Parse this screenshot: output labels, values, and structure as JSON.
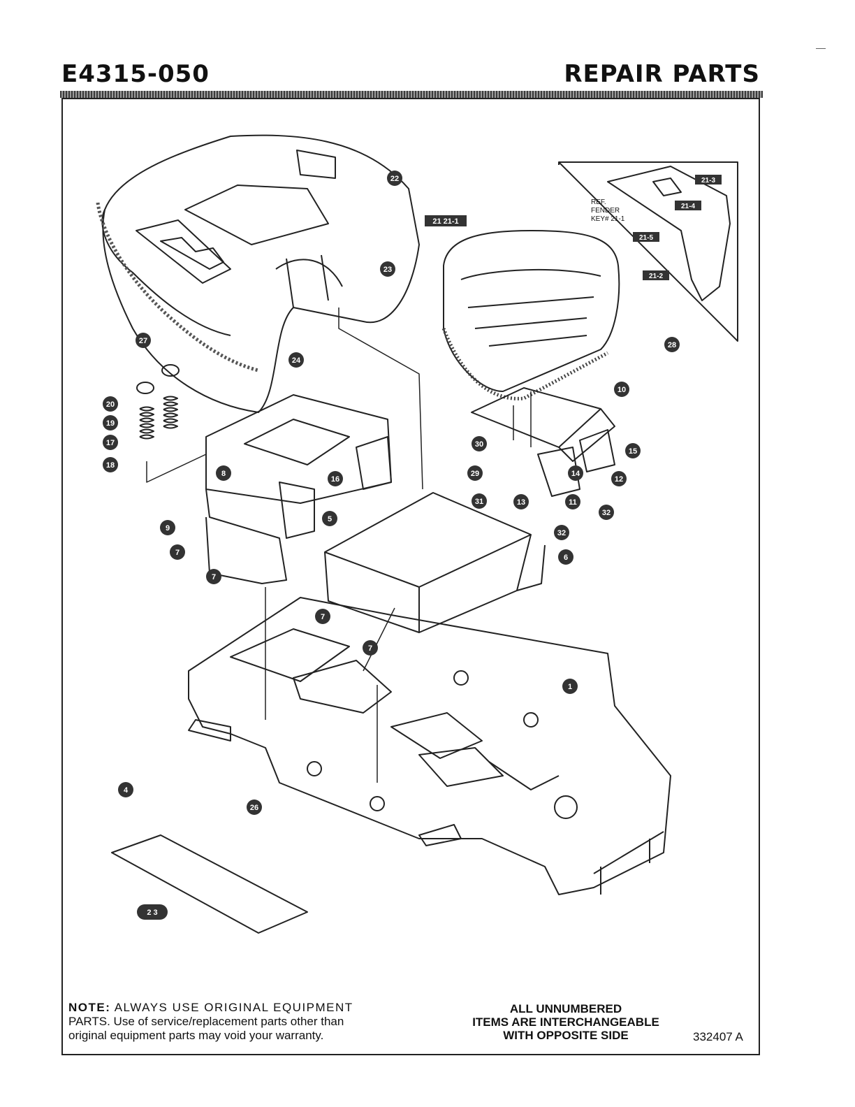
{
  "header": {
    "model": "E4315-050",
    "section": "REPAIR PARTS"
  },
  "inset": {
    "ref_lines": [
      "REF.",
      "FENDER",
      "KEY# 21-1"
    ]
  },
  "callouts": [
    {
      "id": "c22",
      "label": "22"
    },
    {
      "id": "c21",
      "label": "21 21-1"
    },
    {
      "id": "c23",
      "label": "23"
    },
    {
      "id": "c27",
      "label": "27"
    },
    {
      "id": "c24",
      "label": "24"
    },
    {
      "id": "c28",
      "label": "28"
    },
    {
      "id": "c10",
      "label": "10"
    },
    {
      "id": "c20",
      "label": "20"
    },
    {
      "id": "c19",
      "label": "19"
    },
    {
      "id": "c17",
      "label": "17"
    },
    {
      "id": "c18",
      "label": "18"
    },
    {
      "id": "c8",
      "label": "8"
    },
    {
      "id": "c16",
      "label": "16"
    },
    {
      "id": "c9",
      "label": "9"
    },
    {
      "id": "c5",
      "label": "5"
    },
    {
      "id": "c7a",
      "label": "7"
    },
    {
      "id": "c7b",
      "label": "7"
    },
    {
      "id": "c30",
      "label": "30"
    },
    {
      "id": "c15",
      "label": "15"
    },
    {
      "id": "c29",
      "label": "29"
    },
    {
      "id": "c14",
      "label": "14"
    },
    {
      "id": "c12",
      "label": "12"
    },
    {
      "id": "c13",
      "label": "13"
    },
    {
      "id": "c11",
      "label": "11"
    },
    {
      "id": "c31",
      "label": "31"
    },
    {
      "id": "c32a",
      "label": "32"
    },
    {
      "id": "c32b",
      "label": "32"
    },
    {
      "id": "c6",
      "label": "6"
    },
    {
      "id": "c7c",
      "label": "7"
    },
    {
      "id": "c7d",
      "label": "7"
    },
    {
      "id": "c1",
      "label": "1"
    },
    {
      "id": "c4",
      "label": "4"
    },
    {
      "id": "c26",
      "label": "26"
    },
    {
      "id": "c23b",
      "label": "2 3"
    },
    {
      "id": "i213",
      "label": "21-3"
    },
    {
      "id": "i214",
      "label": "21-4"
    },
    {
      "id": "i215",
      "label": "21-5"
    },
    {
      "id": "i212",
      "label": "21-2"
    }
  ],
  "note": {
    "prefix": "NOTE:",
    "line1": "ALWAYS USE ORIGINAL EQUIPMENT",
    "line2": "PARTS. Use of service/replacement parts other than",
    "line3": "original equipment parts may void your warranty."
  },
  "interchange": {
    "line1": "ALL UNNUMBERED",
    "line2": "ITEMS ARE INTERCHANGEABLE",
    "line3": "WITH OPPOSITE SIDE"
  },
  "doc_number": "332407 A"
}
